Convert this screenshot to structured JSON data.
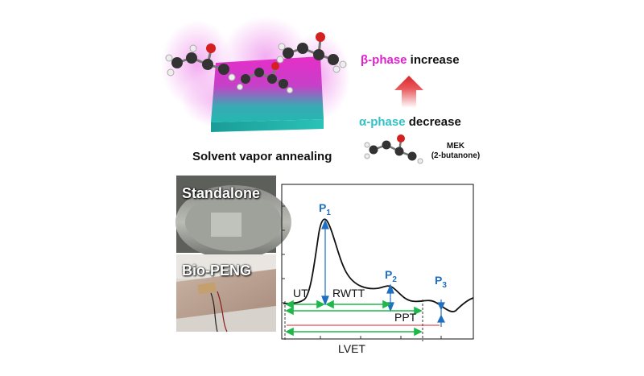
{
  "top": {
    "beta_phase": "β-phase",
    "beta_suffix": " increase",
    "alpha_phase": "α-phase",
    "alpha_suffix": " decrease",
    "caption": "Solvent vapor annealing",
    "mek_name": "MEK",
    "mek_formula": "(2-butanone)"
  },
  "photos": {
    "standalone": "Standalone",
    "bio_peng": "Bio-PENG"
  },
  "waveform": {
    "peak1": "P",
    "peak1_sub": "1",
    "peak2": "P",
    "peak2_sub": "2",
    "peak3": "P",
    "peak3_sub": "3",
    "ut": "UT",
    "rwtt": "RWTT",
    "ppt": "PPT",
    "lvet": "LVET"
  },
  "colors": {
    "beta": "#e01fcf",
    "alpha": "#34c1c5",
    "peak_label": "#1e6fc2",
    "interval_arrow": "#1fb84a",
    "arrow_red": "#d9262c"
  }
}
